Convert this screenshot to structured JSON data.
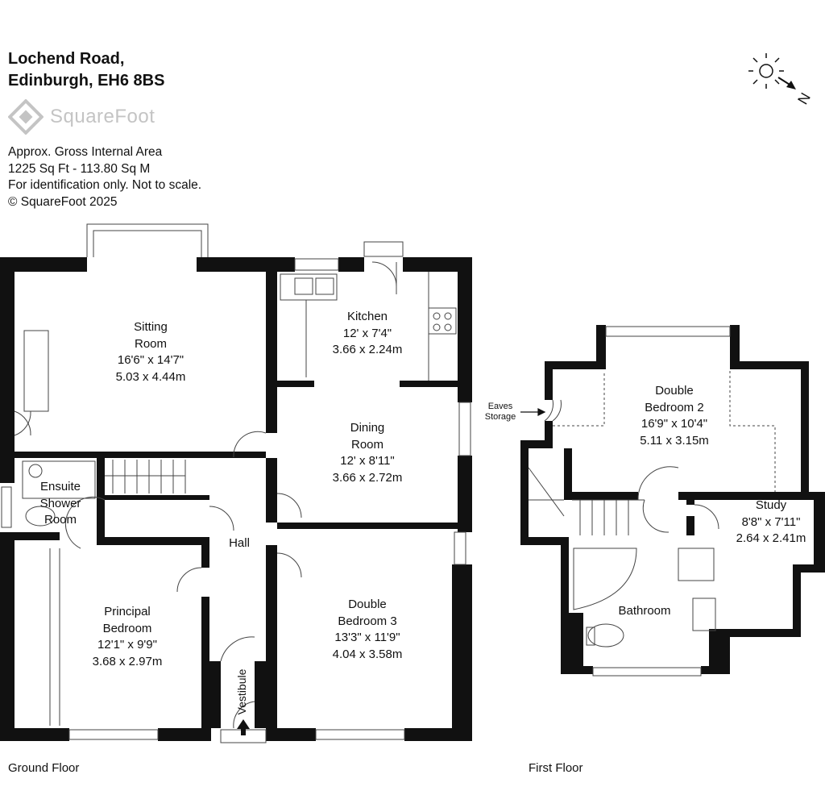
{
  "header": {
    "address_line1": "Lochend Road,",
    "address_line2": "Edinburgh, EH6 8BS",
    "logo_text": "SquareFoot",
    "info_lines": [
      "Approx. Gross Internal Area",
      "1225 Sq Ft  -  113.80 Sq M",
      "For identification only. Not to scale.",
      "© SquareFoot 2025"
    ]
  },
  "compass": {
    "label": "N",
    "icon": "sun-compass-icon"
  },
  "floors": {
    "ground_label": "Ground Floor",
    "first_label": "First Floor"
  },
  "rooms": {
    "sitting": {
      "name1": "Sitting",
      "name2": "Room",
      "imperial": "16'6\" x 14'7\"",
      "metric": "5.03 x 4.44m"
    },
    "kitchen": {
      "name1": "Kitchen",
      "imperial": "12' x 7'4\"",
      "metric": "3.66 x 2.24m"
    },
    "dining": {
      "name1": "Dining",
      "name2": "Room",
      "imperial": "12' x 8'11\"",
      "metric": "3.66 x 2.72m"
    },
    "ensuite": {
      "name1": "Ensuite",
      "name2": "Shower",
      "name3": "Room"
    },
    "hall": {
      "name1": "Hall"
    },
    "principal": {
      "name1": "Principal",
      "name2": "Bedroom",
      "imperial": "12'1\" x 9'9\"",
      "metric": "3.68 x 2.97m"
    },
    "bedroom3": {
      "name1": "Double",
      "name2": "Bedroom 3",
      "imperial": "13'3\" x 11'9\"",
      "metric": "4.04 x 3.58m"
    },
    "vestibule": {
      "name1": "Vestibule"
    },
    "bedroom2": {
      "name1": "Double",
      "name2": "Bedroom 2",
      "imperial": "16'9\" x 10'4\"",
      "metric": "5.11 x 3.15m"
    },
    "study": {
      "name1": "Study",
      "imperial": "8'8\" x 7'11\"",
      "metric": "2.64 x 2.41m"
    },
    "bathroom": {
      "name1": "Bathroom"
    },
    "eaves": {
      "name1": "Eaves",
      "name2": "Storage"
    }
  }
}
